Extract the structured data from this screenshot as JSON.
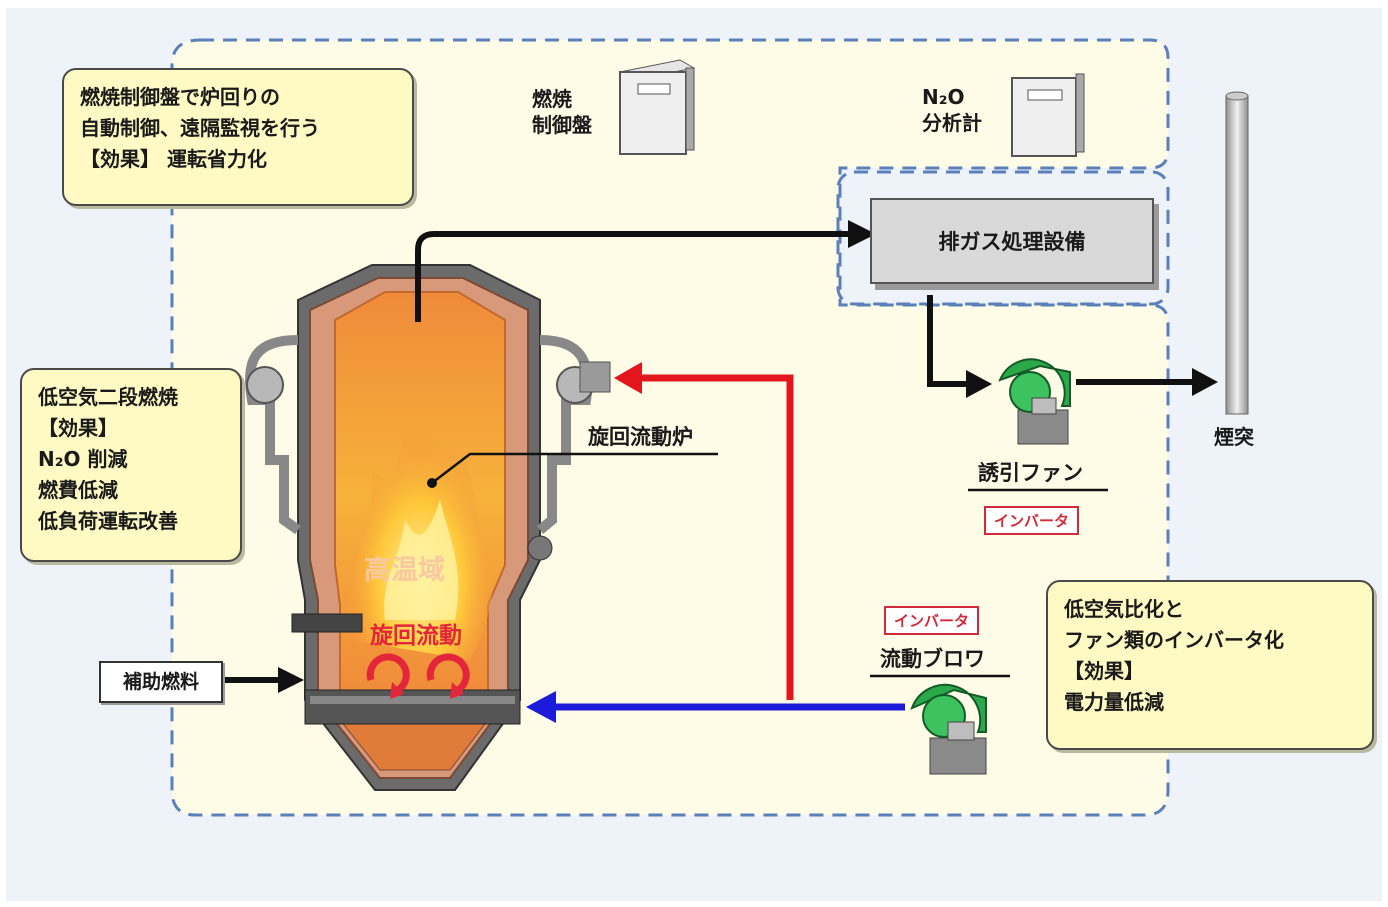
{
  "callouts": {
    "control": {
      "line1": "燃焼制御盤で炉回りの",
      "line2": "自動制御、遠隔監視を行う",
      "line3": "【効果】 運転省力化"
    },
    "combustion": {
      "line1": "低空気二段燃焼",
      "line2": "【効果】",
      "line3": "N₂O 削減",
      "line4": "燃費低減",
      "line5": "低負荷運転改善"
    },
    "fan": {
      "line1": "低空気比化と",
      "line2": "ファン類のインバータ化",
      "line3": "【効果】",
      "line4": "電力量低減"
    }
  },
  "equipment": {
    "control_panel_line1": "燃焼",
    "control_panel_line2": "制御盤",
    "analyzer_line1": "N₂O",
    "analyzer_line2": "分析計",
    "exhaust_gas": "排ガス処理設備",
    "stack": "煙突",
    "induced_fan": "誘引ファン",
    "induced_fan_inverter": "インバータ",
    "blower": "流動ブロワ",
    "blower_inverter": "インバータ",
    "furnace": "旋回流動炉",
    "auxiliary_fuel": "補助燃料",
    "high_temp_zone": "高温域",
    "swirl_flow": "旋回流動"
  },
  "colors": {
    "air_supply_arrow": "#e3151d",
    "blower_arrow": "#1b1bd9",
    "gas_arrow": "#111111",
    "callout_fill": "#fff9c4",
    "zone_fill": "#fefbe6",
    "zone_border": "#5b7fb8",
    "furnace_shell": "#d8987a",
    "fire": "#f5a623",
    "fan_green": "#2aa84a"
  }
}
